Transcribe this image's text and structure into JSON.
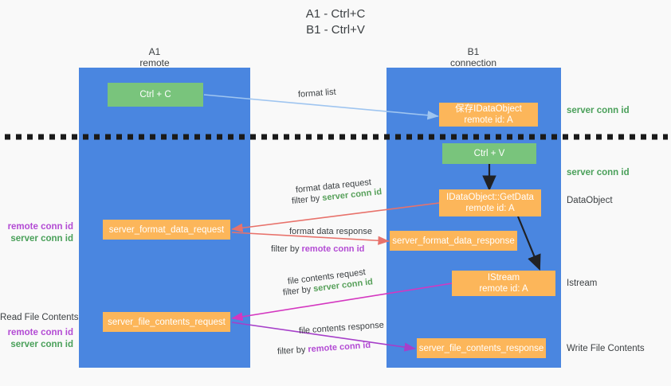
{
  "title": "A1 - Ctrl+C\nB1 - Ctrl+V",
  "columns": [
    {
      "name": "A1",
      "sub": "remote"
    },
    {
      "name": "B1",
      "sub": "connection"
    }
  ],
  "colors": {
    "panel": "#4a86e0",
    "node_green": "#79c47c",
    "node_orange": "#fcb65a",
    "server_conn_id": "#4aa05a",
    "remote_conn_id": "#b34bd4",
    "arrow_blue": "#9fc5f0",
    "arrow_red": "#e8726b",
    "arrow_magenta": "#d437c0",
    "arrow_purple": "#a63fc9",
    "arrow_black": "#202124",
    "divider": "#1a1a1a"
  },
  "nodes": {
    "ctrl_c": "Ctrl + C",
    "idataobject": {
      "line1": "保存IDataObject",
      "line2": "remote id: A"
    },
    "ctrl_v": "Ctrl + V",
    "getdata": {
      "line1": "IDataObject::GetData",
      "line2": "remote id: A"
    },
    "server_format_data_request": "server_format_data_request",
    "server_format_data_response": "server_format_data_response",
    "istream": {
      "line1": "IStream",
      "line2": "remote id: A"
    },
    "server_file_contents_request": "server_file_contents_request",
    "server_file_contents_response": "server_file_contents_response"
  },
  "edges": {
    "format_list": "format list",
    "format_data_request": "format data request",
    "format_data_request_filter_prefix": "filter by ",
    "format_data_request_filter_value": "server conn id",
    "format_data_response": "format data response",
    "format_data_response_filter_prefix": "filter by ",
    "format_data_response_filter_value": "remote conn id",
    "file_contents_request": "file contents request",
    "file_contents_request_filter_prefix": "filter by ",
    "file_contents_request_filter_value": "server conn id",
    "file_contents_response": "file contents response",
    "file_contents_response_filter_prefix": "filter by ",
    "file_contents_response_filter_value": "remote conn id"
  },
  "side_notes": {
    "server_conn_id_top": "server conn id",
    "server_conn_id_mid": "server conn id",
    "dataobject": "DataObject",
    "istream": "Istream",
    "write_file_contents": "Write File Contents"
  },
  "left_notes": {
    "format_block": {
      "remote": "remote conn id",
      "server": "server conn id"
    },
    "read_file_contents": "Read File Contents",
    "file_block": {
      "remote": "remote conn id",
      "server": "server conn id"
    }
  }
}
